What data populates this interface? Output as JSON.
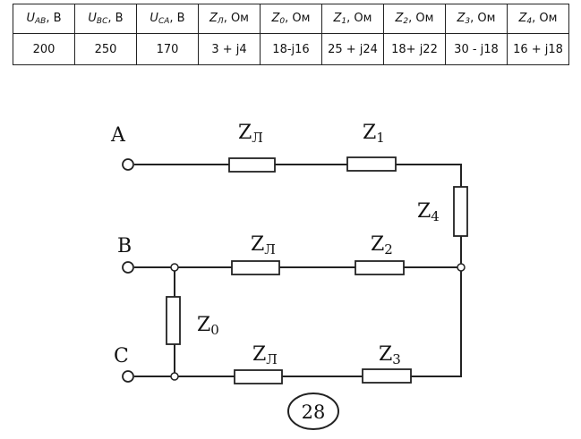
{
  "table": {
    "headers": [
      {
        "sym": "U",
        "sub": "AB",
        "unit": ", В"
      },
      {
        "sym": "U",
        "sub": "BC",
        "unit": ", В"
      },
      {
        "sym": "U",
        "sub": "CA",
        "unit": ", В"
      },
      {
        "sym": "Z",
        "sub": "Л",
        "unit": ", Ом"
      },
      {
        "sym": "Z",
        "sub": "0",
        "unit": ", Ом"
      },
      {
        "sym": "Z",
        "sub": "1",
        "unit": ", Ом"
      },
      {
        "sym": "Z",
        "sub": "2",
        "unit": ", Ом"
      },
      {
        "sym": "Z",
        "sub": "3",
        "unit": ", Ом"
      },
      {
        "sym": "Z",
        "sub": "4",
        "unit": ", Ом"
      }
    ],
    "values": [
      "200",
      "250",
      "170",
      "3 + j4",
      "18-j16",
      "25 + j24",
      "18+ j22",
      "30 - j18",
      "16 + j18"
    ]
  },
  "circuit": {
    "phase_a": "A",
    "phase_b": "B",
    "phase_c": "C",
    "z_line_a": {
      "sym": "Z",
      "sub": "Л"
    },
    "z_line_b": {
      "sym": "Z",
      "sub": "Л"
    },
    "z_line_c": {
      "sym": "Z",
      "sub": "Л"
    },
    "z1": {
      "sym": "Z",
      "sub": "1"
    },
    "z2": {
      "sym": "Z",
      "sub": "2"
    },
    "z3": {
      "sym": "Z",
      "sub": "3"
    },
    "z4": {
      "sym": "Z",
      "sub": "4"
    },
    "z0": {
      "sym": "Z",
      "sub": "0"
    },
    "variant": "28"
  }
}
